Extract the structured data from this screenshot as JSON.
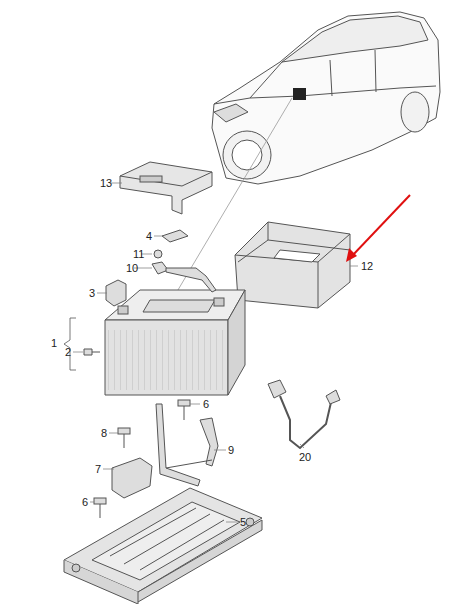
{
  "diagram": {
    "labels": [
      "13",
      "4",
      "11",
      "10",
      "12",
      "3",
      "1",
      "2",
      "6",
      "8",
      "9",
      "20",
      "7",
      "6",
      "5"
    ]
  }
}
